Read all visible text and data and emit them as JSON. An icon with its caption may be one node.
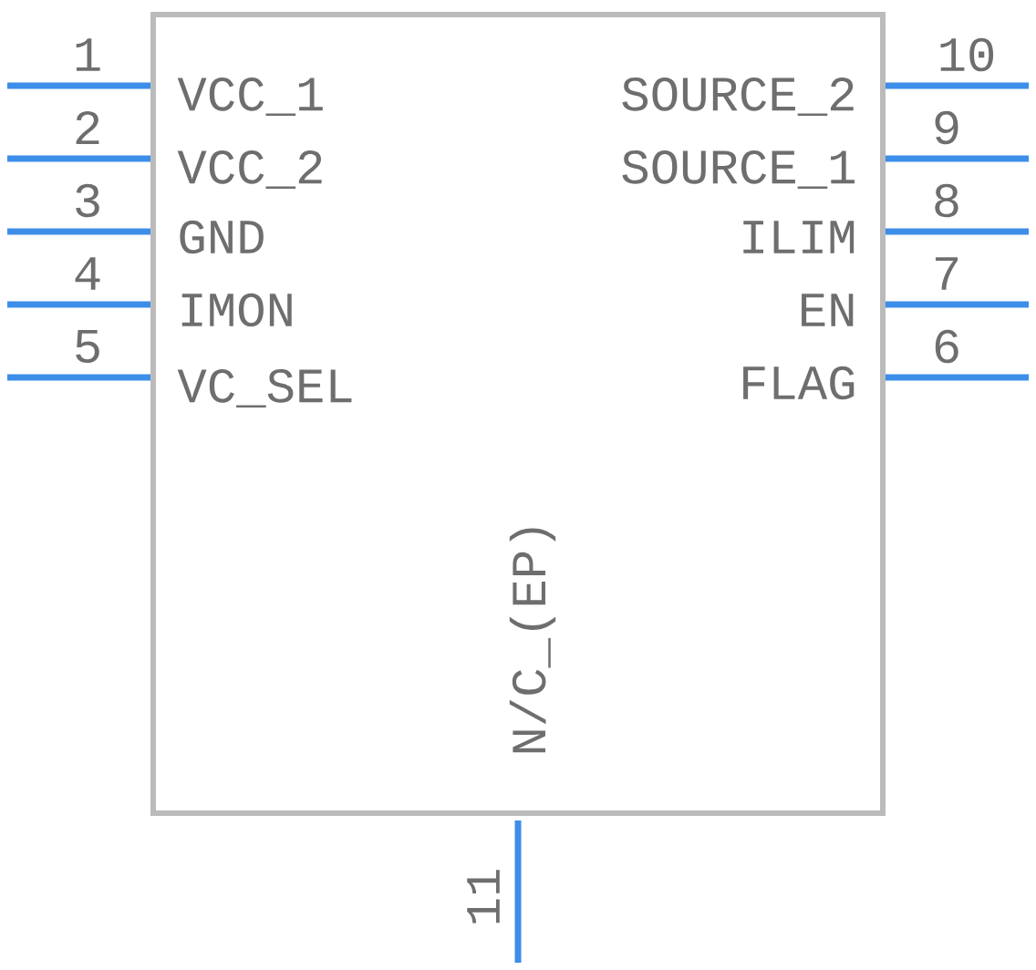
{
  "diagram": {
    "nodes": [
      {
        "text": [
          "VCC_1",
          "SOURCE_2",
          "VCC_2",
          "SOURCE_1",
          "GND",
          "ILIM",
          "IMON",
          "EN",
          "VC_SEL",
          "FLAG",
          "N/C_(EP)"
        ]
      }
    ],
    "labels": [
      "1",
      "10",
      "2",
      "9",
      "3",
      "8",
      "4",
      "7",
      "5",
      "6",
      "11"
    ]
  }
}
